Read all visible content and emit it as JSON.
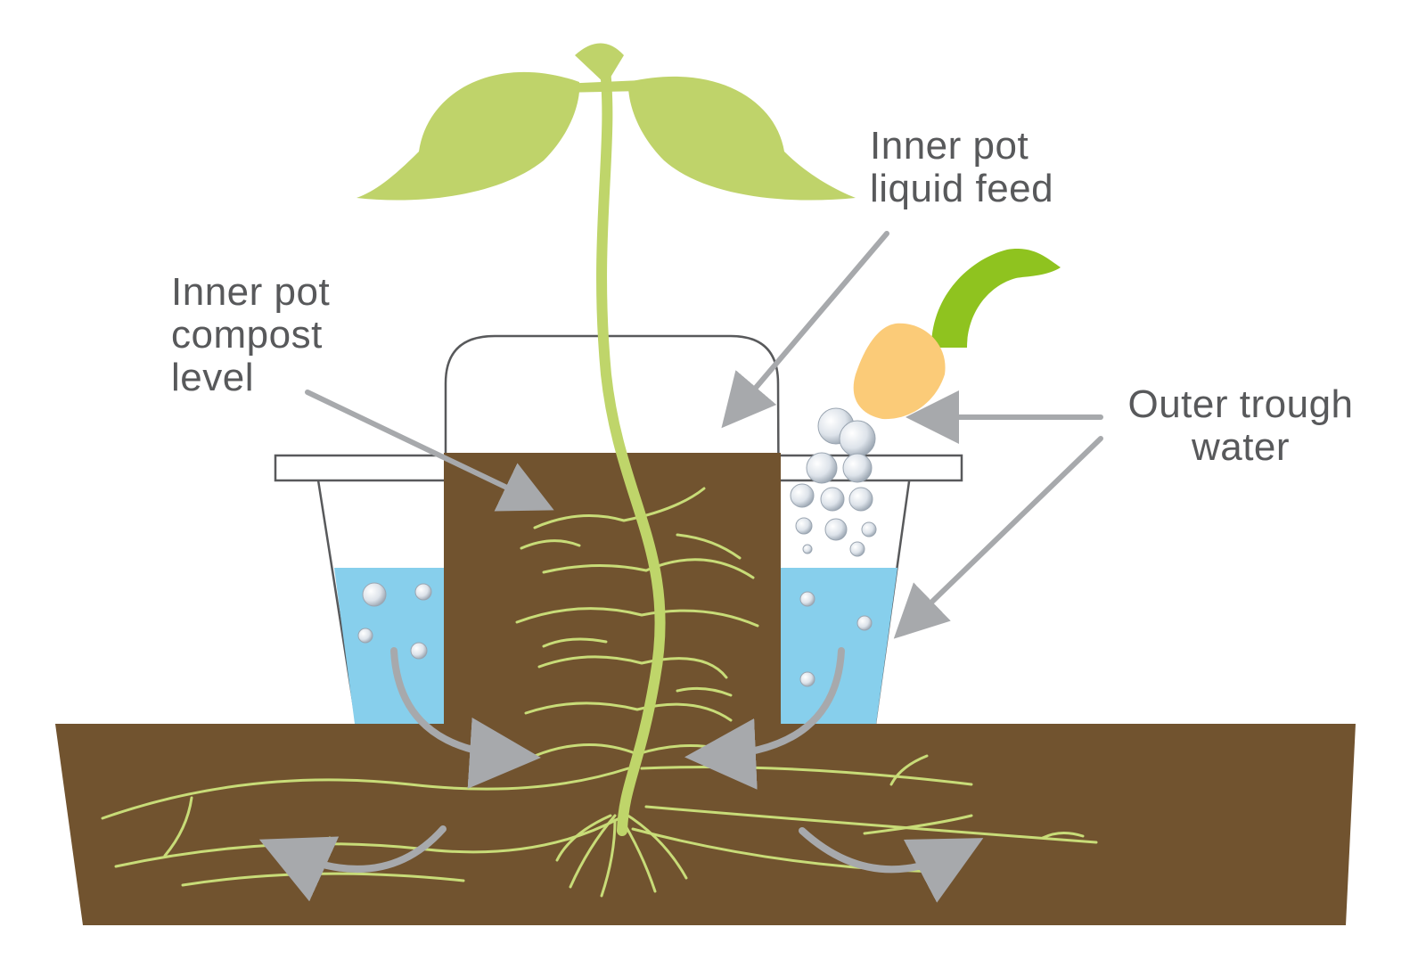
{
  "labels": {
    "compost": [
      "Inner pot",
      "compost",
      "level"
    ],
    "feed": [
      "Inner pot",
      "liquid feed"
    ],
    "water": [
      "Outer trough",
      "water"
    ]
  },
  "colors": {
    "soil": "#71532f",
    "root": "#c8dc78",
    "stem": "#bfd56a",
    "leaf": "#bfd36a",
    "water": "#87cfec",
    "arrow": "#a7a9ac",
    "outline": "#58595b",
    "label_text": "#58595b",
    "can_spout": "#fbcb78",
    "can_hose": "#8fc31f"
  },
  "icons": {
    "watering-can-spout": "watering-can-icon",
    "bubbles": "water-droplet-icon"
  }
}
